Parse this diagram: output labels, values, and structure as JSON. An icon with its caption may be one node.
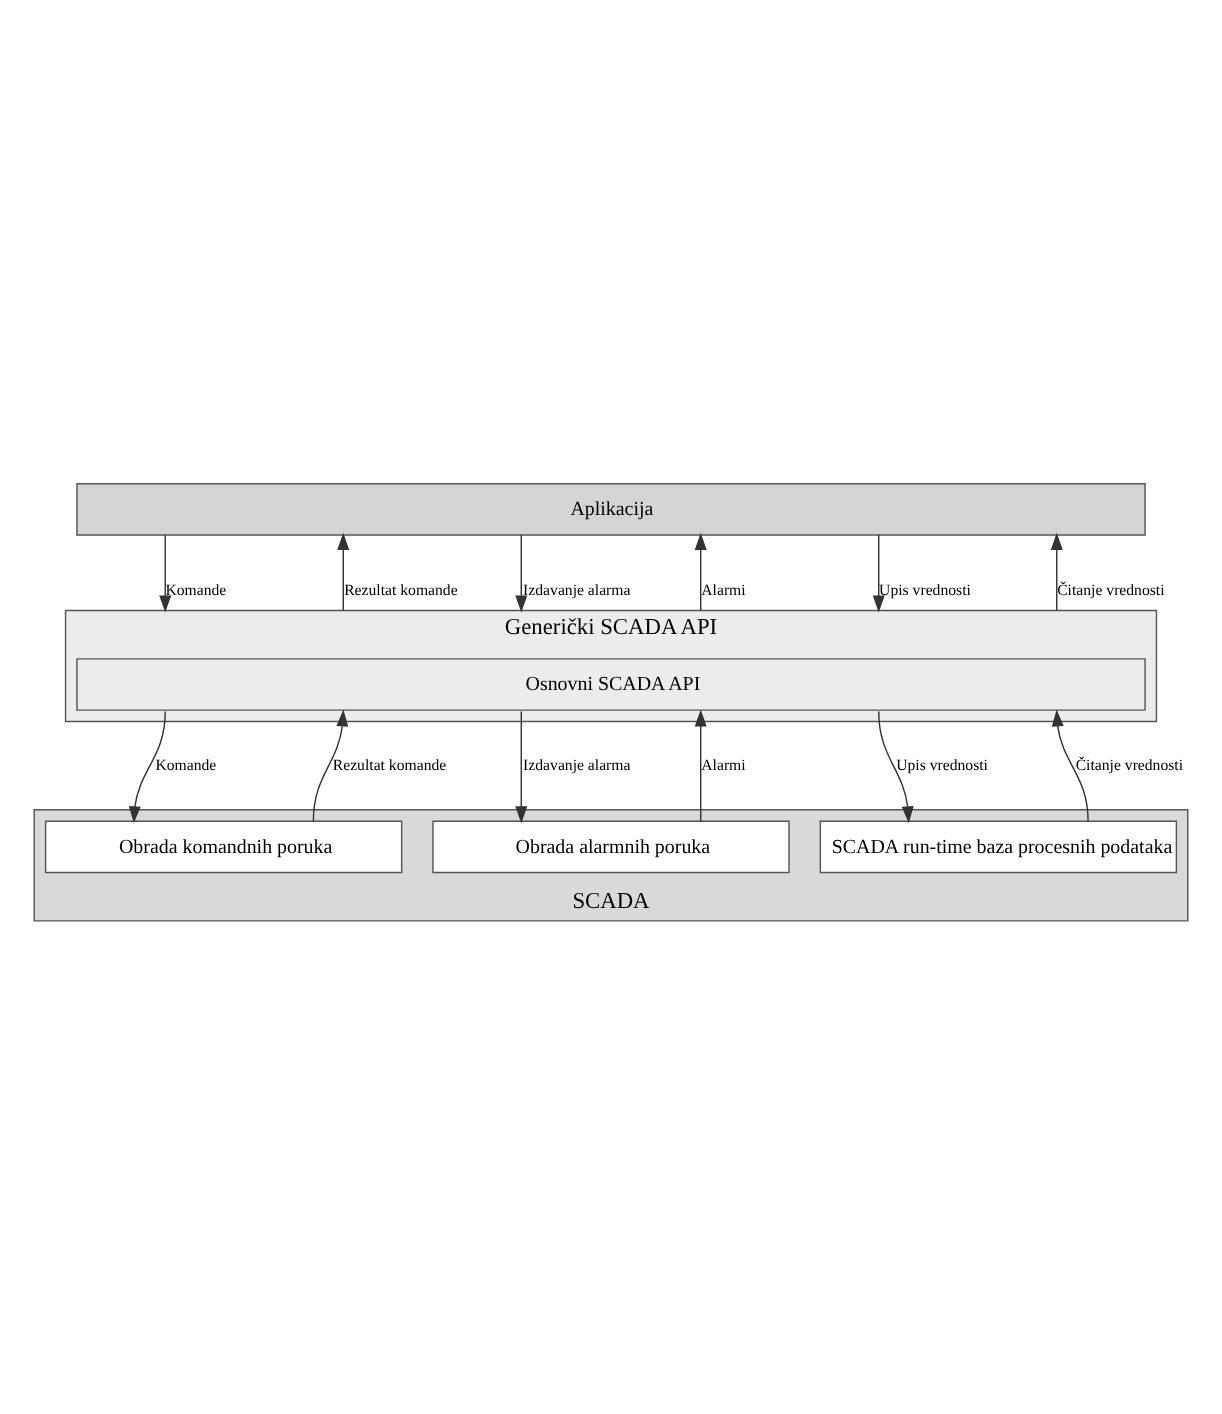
{
  "diagram": {
    "nodes": [
      {
        "text": [
          "Aplikacija"
        ]
      },
      {
        "text": [
          "Generički SCADA API"
        ]
      },
      {
        "text": [
          "Osnovni SCADA API"
        ],
        "in": 1
      },
      {
        "text": [
          "SCADA"
        ]
      },
      {
        "text": [
          "Obrada komandnih poruka"
        ],
        "in": 3
      },
      {
        "text": [
          "Obrada alarmnih poruka"
        ],
        "in": 3
      },
      {
        "text": [
          "SCADA run-time baza procesnih podataka"
        ],
        "in": 3
      }
    ],
    "edges": [
      {
        "from": 0,
        "to": 1,
        "arrow": "to",
        "label": "Komande"
      },
      {
        "from": 1,
        "to": 0,
        "arrow": "to",
        "label": "Rezultat komande"
      },
      {
        "from": 0,
        "to": 1,
        "arrow": "to",
        "label": "Izdavanje alarma"
      },
      {
        "from": 1,
        "to": 0,
        "arrow": "to",
        "label": "Alarmi"
      },
      {
        "from": 0,
        "to": 1,
        "arrow": "to",
        "label": "Upis vrednosti"
      },
      {
        "from": 1,
        "to": 0,
        "arrow": "to",
        "label": "Čitanje vrednosti"
      },
      {
        "from": 2,
        "to": 4,
        "arrow": "to",
        "label": "Komande"
      },
      {
        "from": 4,
        "to": 2,
        "arrow": "to",
        "label": "Rezultat komande"
      },
      {
        "from": 2,
        "to": 5,
        "arrow": "to",
        "label": "Izdavanje alarma"
      },
      {
        "from": 5,
        "to": 2,
        "arrow": "to",
        "label": "Alarmi"
      },
      {
        "from": 2,
        "to": 6,
        "arrow": "to",
        "label": "Upis vrednosti"
      },
      {
        "from": 6,
        "to": 2,
        "arrow": "to",
        "label": "Čitanje vrednosti"
      }
    ]
  }
}
